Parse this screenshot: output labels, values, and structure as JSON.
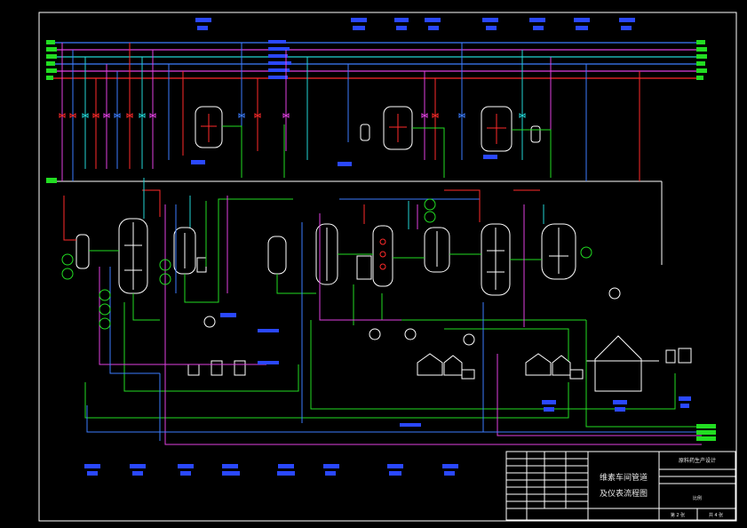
{
  "title_block": {
    "drawing_title_line1": "维素车间管道",
    "drawing_title_line2": "及仪表流程图",
    "project_name": "原料药生产设计",
    "sheet_no": "第 2 张",
    "total_sheets": "共 4 张",
    "scale": "比例"
  },
  "colors": {
    "background": "#000000",
    "frame": "#ffffff",
    "process_line": "#22dd22",
    "water_line": "#3c7dff",
    "steam_line": "#ff2a2a",
    "vacuum_line": "#e040e0",
    "air_line": "#22d3d3",
    "label": "#2a48ff"
  }
}
